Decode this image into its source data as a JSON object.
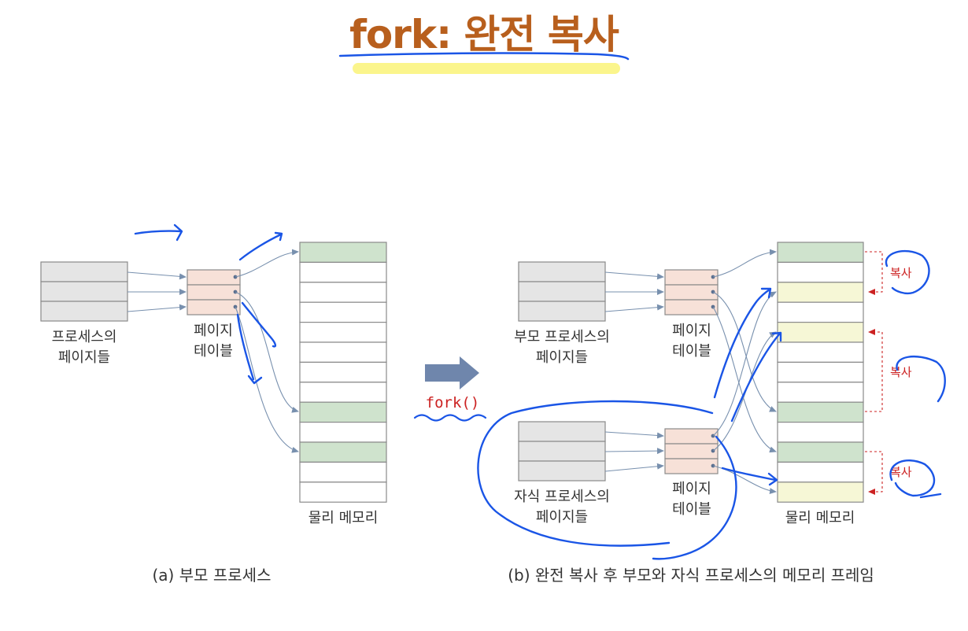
{
  "title": "fork: 완전 복사",
  "panel_a": {
    "pages_label": [
      "프로세스의",
      "페이지들"
    ],
    "page_table_label": [
      "페이지",
      "테이블"
    ],
    "memory_label": "물리 메모리",
    "caption": "(a) 부모 프로세스"
  },
  "fork_arrow": {
    "label": "fork()"
  },
  "panel_b": {
    "parent_pages_label": [
      "부모 프로세스의",
      "페이지들"
    ],
    "parent_table_label": [
      "페이지",
      "테이블"
    ],
    "child_pages_label": [
      "자식 프로세스의",
      "페이지들"
    ],
    "child_table_label": [
      "페이지",
      "테이블"
    ],
    "memory_label": "물리 메모리",
    "copy_labels": [
      "복사",
      "복사",
      "복사"
    ],
    "caption": "(b) 완전 복사 후 부모와 자식 프로세스의 메모리 프레임"
  },
  "colors": {
    "title": "#b85f1d",
    "highlight": "#fbf58c",
    "page_fill": "#e5e5e5",
    "table_fill": "#f7e1d8",
    "green_frame": "#cfe3cd",
    "yellow_frame": "#f6f7d6",
    "arrow": "#7890ae",
    "copy_red": "#cc2222",
    "ink_blue": "#1a55e6"
  }
}
